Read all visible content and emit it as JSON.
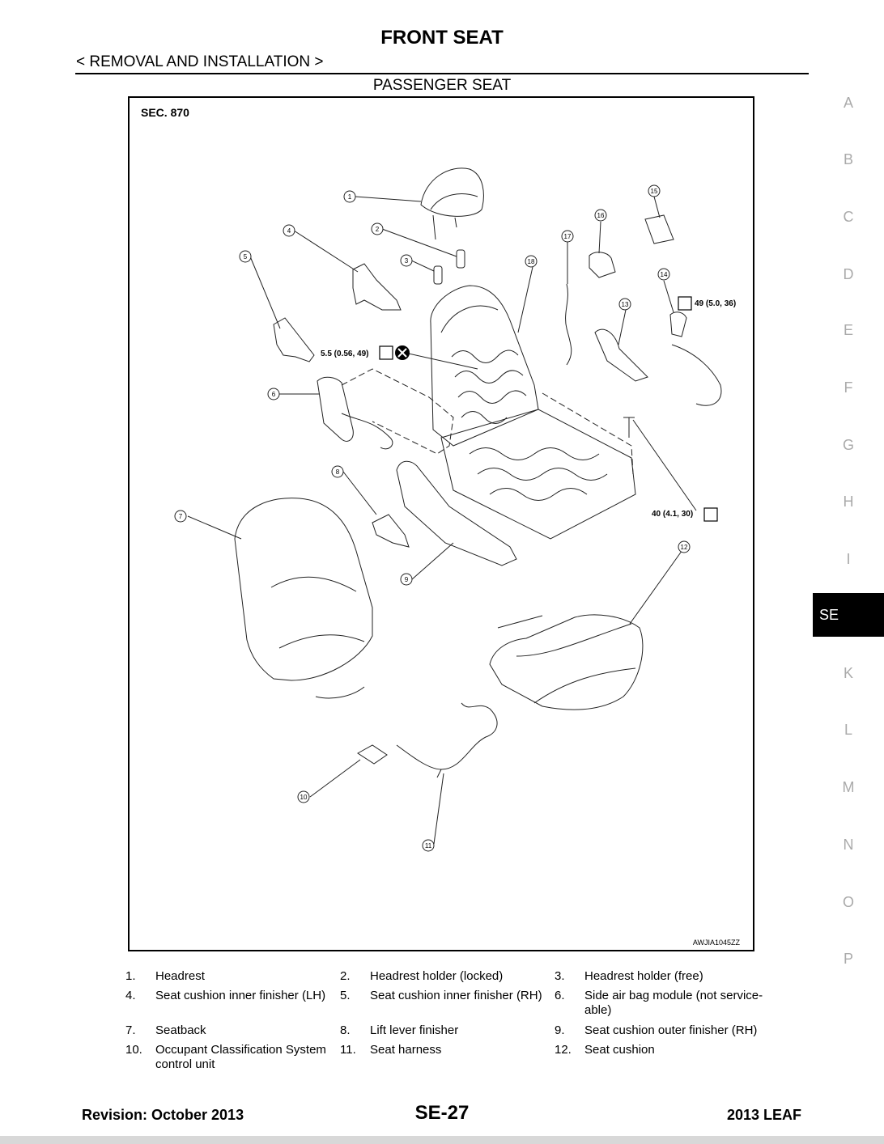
{
  "header": {
    "title": "FRONT SEAT",
    "breadcrumb": "< REMOVAL AND INSTALLATION >",
    "section": "PASSENGER SEAT"
  },
  "figure": {
    "sec_label": "SEC. 870",
    "figure_id": "AWJIA1045ZZ",
    "torque_1": "5.5 (0.56, 49)",
    "torque_2": "49 (5.0, 36)",
    "torque_3": "40 (4.1, 30)",
    "callouts": [
      "1",
      "2",
      "3",
      "4",
      "5",
      "6",
      "7",
      "8",
      "9",
      "10",
      "11",
      "12",
      "13",
      "14",
      "15",
      "16",
      "17",
      "18"
    ]
  },
  "side_tabs": [
    "A",
    "B",
    "C",
    "D",
    "E",
    "F",
    "G",
    "H",
    "I",
    "SE",
    "K",
    "L",
    "M",
    "N",
    "O",
    "P"
  ],
  "active_tab": "SE",
  "legend": [
    {
      "num": "1.",
      "text": "Headrest"
    },
    {
      "num": "2.",
      "text": "Headrest holder (locked)"
    },
    {
      "num": "3.",
      "text": "Headrest holder (free)"
    },
    {
      "num": "4.",
      "text": "Seat cushion inner finisher (LH)"
    },
    {
      "num": "5.",
      "text": "Seat cushion inner finisher (RH)"
    },
    {
      "num": "6.",
      "text": "Side air bag module (not service-able)"
    },
    {
      "num": "7.",
      "text": "Seatback"
    },
    {
      "num": "8.",
      "text": "Lift lever finisher"
    },
    {
      "num": "9.",
      "text": "Seat cushion outer finisher (RH)"
    },
    {
      "num": "10.",
      "text": "Occupant Classification System control unit"
    },
    {
      "num": "11.",
      "text": "Seat harness"
    },
    {
      "num": "12.",
      "text": "Seat cushion"
    }
  ],
  "footer": {
    "revision": "Revision: October 2013",
    "page": "SE-27",
    "model": "2013 LEAF"
  }
}
